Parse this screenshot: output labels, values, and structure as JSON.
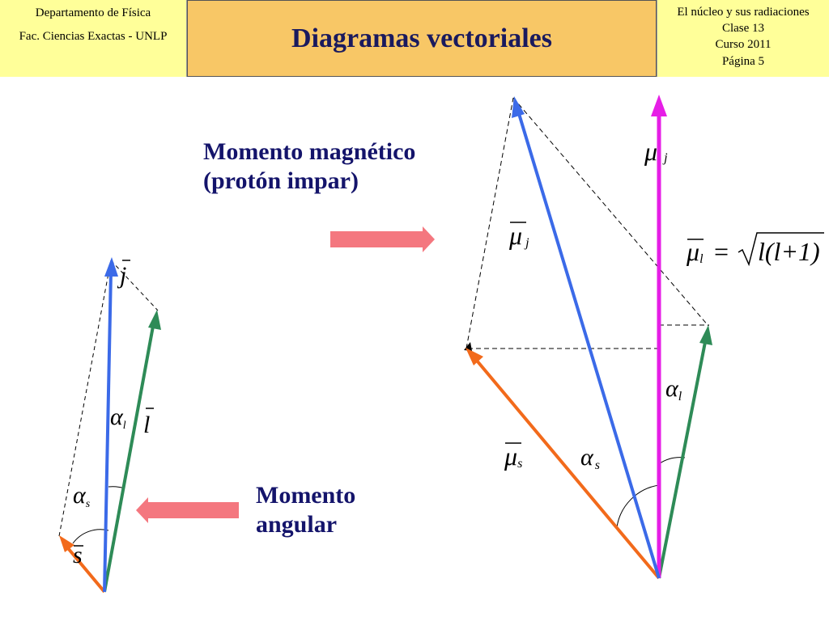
{
  "header": {
    "left": {
      "line1": "Departamento de Física",
      "line2": "Fac. Ciencias Exactas - UNLP"
    },
    "title": "Diagramas vectoriales",
    "right": {
      "line1": "El núcleo y sus radiaciones",
      "line2": "Clase 13",
      "line3": "Curso 2011",
      "line4": "Página 5"
    }
  },
  "labels": {
    "magnetic_line1": "Momento magnético",
    "magnetic_line2": "(protón impar)",
    "angular_line1": "Momento",
    "angular_line2": "angular"
  },
  "symbols": {
    "mu": "μ",
    "alpha": "α",
    "j": "j",
    "l": "l",
    "s": "s",
    "formula_rhs": "l(l+1)",
    "equals": "="
  },
  "colors": {
    "blue": "#3b6ae8",
    "green": "#2e8b57",
    "orange": "#f26a1b",
    "magenta": "#e61ee6",
    "pink_arrow": "#f4777f",
    "title_navy": "#1a1a5e",
    "header_yellow": "#ffff99",
    "header_orange": "#f8c766"
  }
}
